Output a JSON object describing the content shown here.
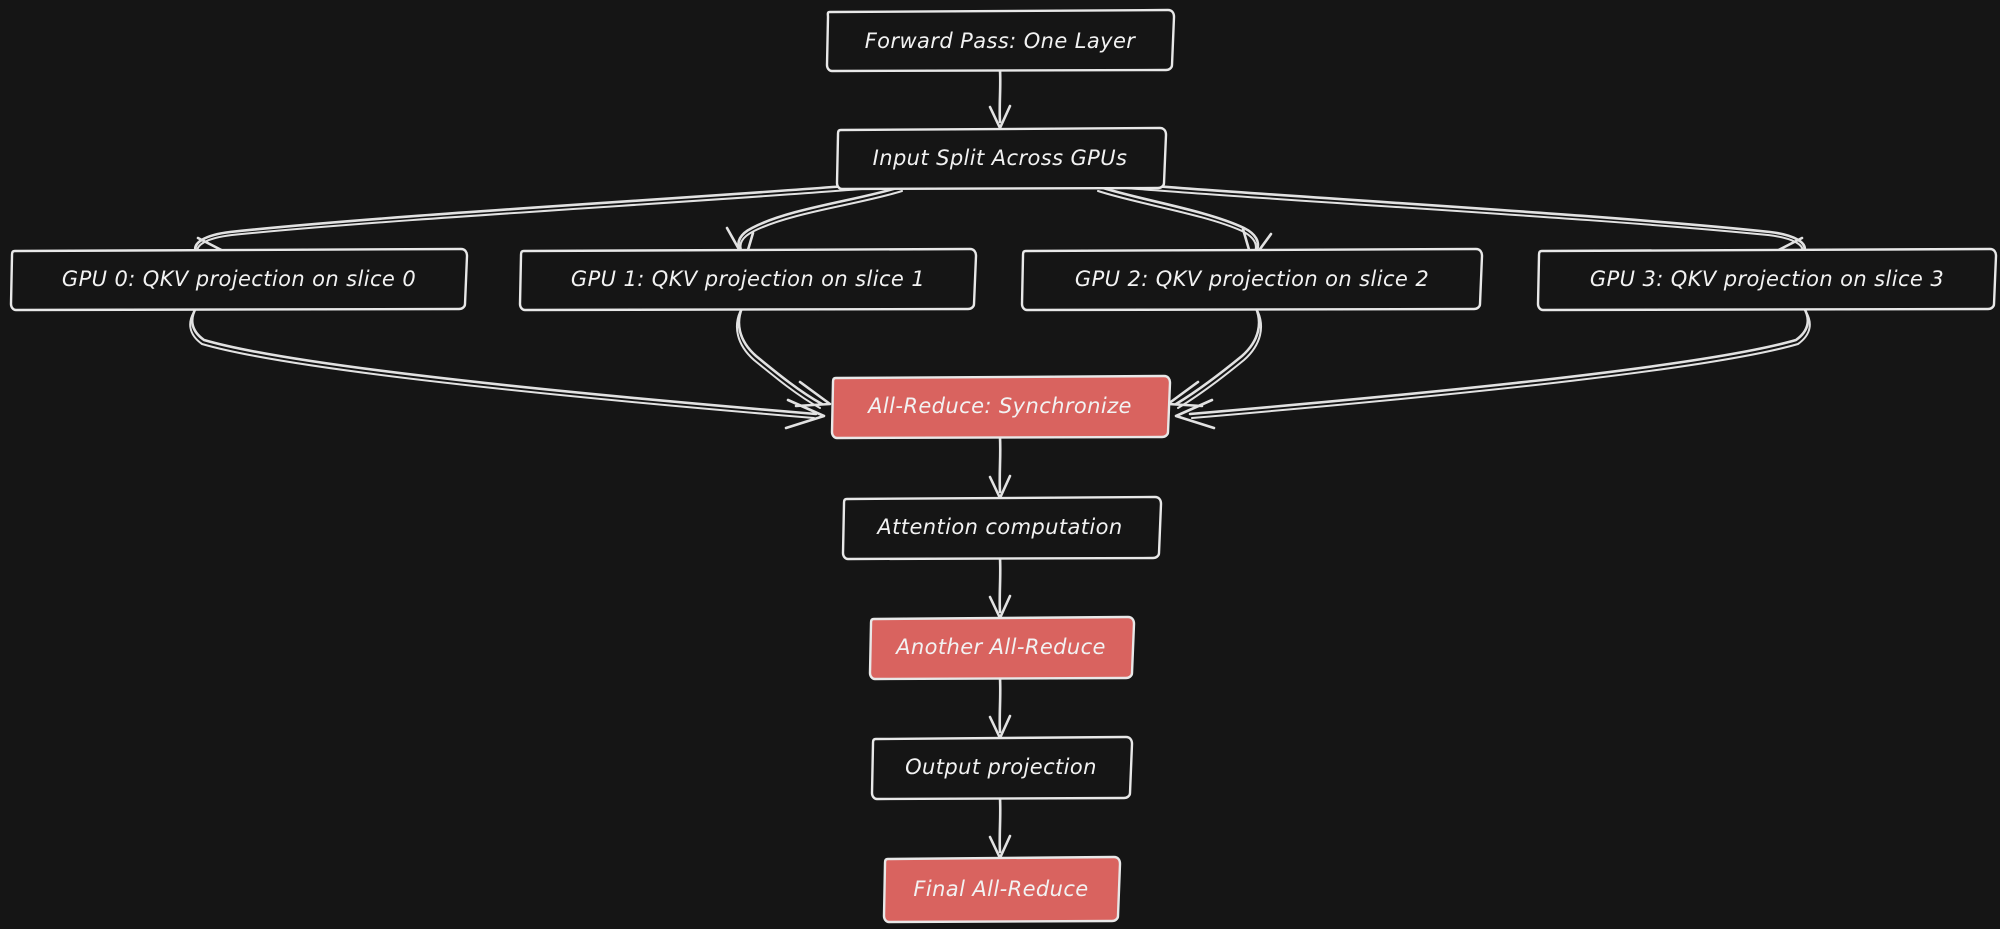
{
  "diagram": {
    "title": "Forward Pass: One Layer",
    "background_color": "#151515",
    "node_stroke_color": "#e8e8e8",
    "accent_color": "#d9635f",
    "text_color": "#f2f2f2",
    "nodes": [
      {
        "id": "forward",
        "label": "Forward Pass: One Layer",
        "style": "default"
      },
      {
        "id": "split",
        "label": "Input Split Across GPUs",
        "style": "default"
      },
      {
        "id": "gpu0",
        "label": "GPU 0: QKV projection on slice 0",
        "style": "default"
      },
      {
        "id": "gpu1",
        "label": "GPU 1: QKV projection on slice 1",
        "style": "default"
      },
      {
        "id": "gpu2",
        "label": "GPU 2: QKV projection on slice 2",
        "style": "default"
      },
      {
        "id": "gpu3",
        "label": "GPU 3: QKV projection on slice 3",
        "style": "default"
      },
      {
        "id": "allreduce",
        "label": "All-Reduce: Synchronize",
        "style": "accent"
      },
      {
        "id": "attention",
        "label": "Attention computation",
        "style": "default"
      },
      {
        "id": "another",
        "label": "Another All-Reduce",
        "style": "accent"
      },
      {
        "id": "outproj",
        "label": "Output projection",
        "style": "default"
      },
      {
        "id": "final",
        "label": "Final All-Reduce",
        "style": "accent"
      }
    ],
    "edges": [
      {
        "from": "forward",
        "to": "split"
      },
      {
        "from": "split",
        "to": "gpu0"
      },
      {
        "from": "split",
        "to": "gpu1"
      },
      {
        "from": "split",
        "to": "gpu2"
      },
      {
        "from": "split",
        "to": "gpu3"
      },
      {
        "from": "gpu0",
        "to": "allreduce"
      },
      {
        "from": "gpu1",
        "to": "allreduce"
      },
      {
        "from": "gpu2",
        "to": "allreduce"
      },
      {
        "from": "gpu3",
        "to": "allreduce"
      },
      {
        "from": "allreduce",
        "to": "attention"
      },
      {
        "from": "attention",
        "to": "another"
      },
      {
        "from": "another",
        "to": "outproj"
      },
      {
        "from": "outproj",
        "to": "final"
      }
    ]
  }
}
